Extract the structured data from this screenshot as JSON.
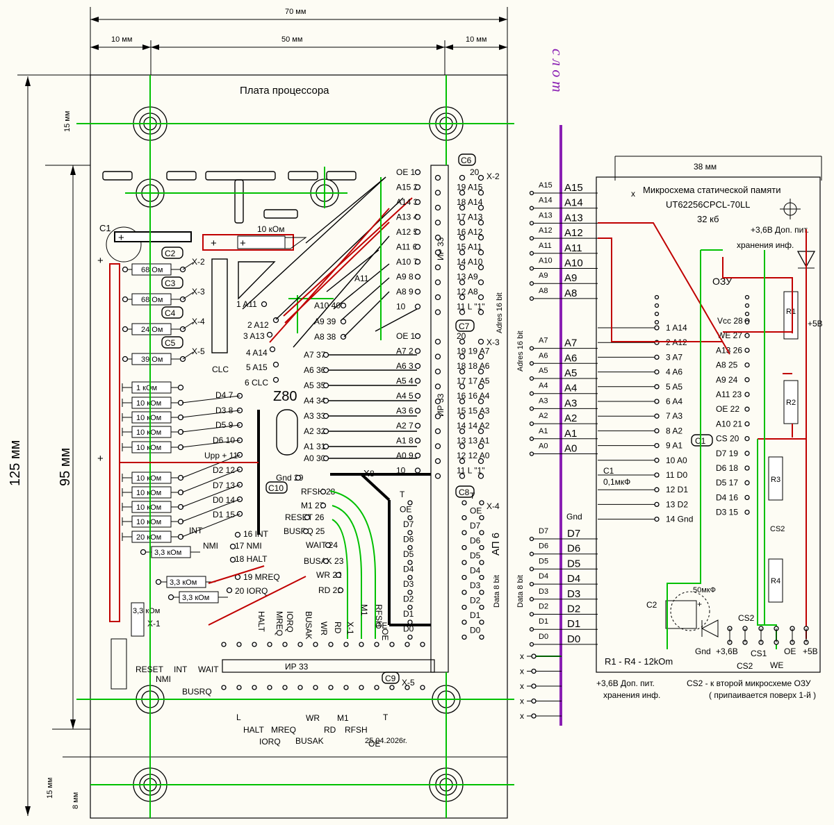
{
  "dims": {
    "d70": "70 мм",
    "d10a": "10 мм",
    "d50": "50 мм",
    "d10b": "10 мм",
    "d125": "125 мм",
    "d95": "95 мм",
    "d15a": "15 мм",
    "d15b": "15 мм",
    "d8": "8 мм",
    "d38": "38 мм"
  },
  "cpu_board": {
    "title": "Плата процессора",
    "chip": "Z80",
    "date": "25.04.2026г.",
    "r10k_top": "10 кОм",
    "c1": "C1",
    "caps": [
      "C2",
      "C3",
      "C4",
      "C5"
    ],
    "cap_x": [
      "X-2",
      "X-3",
      "X-4",
      "X-5"
    ],
    "ohm": [
      "68 Ом",
      "68 Ом",
      "24 Ом",
      "39 Ом"
    ],
    "clc": "CLC",
    "rk": [
      "1 кОм",
      "10 кОм",
      "10 кОм",
      "10 кОм",
      "10 кОм",
      "10 кОм",
      "10 кОм",
      "10 кОм",
      "10 кОм",
      "20 кОм"
    ],
    "r33": [
      "3,3 кОм",
      "3,3 кОм",
      "3,3 кОм",
      "3,3 кОм"
    ],
    "x1": "X-1",
    "z80_left": [
      "1  A11",
      "2 A12",
      "3 A13",
      "4 A14",
      "5 A15",
      "6 CLC",
      "D4   7",
      "D3   8",
      "D5   9",
      "D6   10",
      "Upp +  11",
      "D2   12",
      "D7   13",
      "D0   14",
      "D1   15",
      "16 INT",
      "17 NMI",
      "18 HALT",
      "19 MREQ",
      "20 IORQ"
    ],
    "z80_right": [
      "A10 40",
      "A9 39",
      "A8 38",
      "A7 37",
      "A6 36",
      "A5 35",
      "A4 34",
      "A3 33",
      "A2 32",
      "A1 31",
      "A0 30",
      "Gnd 29",
      "RFSH 28",
      "M1  27",
      "RESET 26",
      "BUSRQ 25",
      "WAIT 24",
      "BUSAK 23",
      "WR 22",
      "RD 21"
    ],
    "int_lbl": "INT",
    "nmi_lbl": "NMI",
    "c10": "C10",
    "a11_diag": "A11",
    "ir33_top_pins": [
      "OE   1",
      "A15  2",
      "A14  3",
      "A13  4",
      "A12  5",
      "A11  6",
      "A10  7",
      "A9   8",
      "A8   9",
      "10"
    ],
    "ir33_mid_pins": [
      "OE   1",
      "A7   2",
      "A6   3",
      "A5   4",
      "A4   5",
      "A3   6",
      "A2   7",
      "A1   8",
      "A0   9",
      "10"
    ],
    "ir33": "ИР 33",
    "c6": "C6",
    "c7": "C7",
    "c8": "C8",
    "c9": "C9",
    "x_right": [
      "X-2",
      "X-3",
      "X-4",
      "X-5"
    ],
    "conn_top": [
      "20",
      "19   A15",
      "18   A14",
      "17   A13",
      "16   A12",
      "15   A11",
      "14   A10",
      "13    A9",
      "12    A8",
      "11  L \"1\""
    ],
    "conn_mid": [
      "20",
      "19  19 A7",
      "18  18 A6",
      "17  17 A5",
      "16  16 A4",
      "15  15 A3",
      "14  14 A2",
      "13  13 A1",
      "12  12 A0",
      "11   L   \"1\""
    ],
    "adres16": "Adres 16 bit",
    "ap6": "АП 6",
    "ap6_pins": [
      "T",
      "OE",
      "D7",
      "D6",
      "D5",
      "D4",
      "D3",
      "D2",
      "D1",
      "D0"
    ],
    "data8": "Data 8 bit",
    "oe_lbl": "OE",
    "t_lbl": "T",
    "bottom_labels": [
      "RESET",
      "NMI",
      "INT",
      "WAIT",
      "BUSRQ",
      "HALT",
      "MREQ",
      "BUSAK",
      "WR",
      "RD",
      "M1",
      "RFSH",
      "OE",
      "HALT",
      "MREQ",
      "RD",
      "IORQ",
      "BUSAK",
      "WR",
      "M1",
      "RFSH",
      "OE",
      "L",
      "T"
    ],
    "ir33_bottom": "ИР 33",
    "vert_labels": [
      "HALT",
      "MREQ",
      "IORQ",
      "BUSAK",
      "WR",
      "RD",
      "X-1",
      "M1",
      "RFSH",
      "OE"
    ]
  },
  "slot": {
    "label": "с л о т"
  },
  "ram_board": {
    "title1": "Микросхема статической памяти",
    "title2": "UT62256CPCL-70LL",
    "title3": "32 кб",
    "ozu": "ОЗУ",
    "addr": [
      "A15",
      "A14",
      "A13",
      "A12",
      "A11",
      "A10",
      "A9",
      "A8",
      "A7",
      "A6",
      "A5",
      "A4",
      "A3",
      "A2",
      "A1",
      "A0"
    ],
    "data": [
      "D7",
      "D6",
      "D5",
      "D4",
      "D3",
      "D2",
      "D1",
      "D0"
    ],
    "gnd": "Gnd",
    "left_pins": [
      "1 A14",
      "2 A12",
      "3 A7",
      "4 A6",
      "5 A5",
      "6 A4",
      "7 A3",
      "8 A2",
      "9 A1",
      "10 A0",
      "11 D0",
      "12 D1",
      "13 D2",
      "14 Gnd"
    ],
    "right_pins": [
      "Vcc 28",
      "WE 27",
      "A13 26",
      "A8 25",
      "A9 24",
      "A11 23",
      "OE 22",
      "A10 21",
      "CS 20",
      "D7 19",
      "D6 18",
      "D5 17",
      "D4 16",
      "D3 15"
    ],
    "batt": "+3,6В Доп. пит.",
    "batt2": "хранения инф.",
    "r1": "R1",
    "r2": "R2",
    "r3": "R3",
    "r4": "R4",
    "plus5": "+5В",
    "c1": "C1",
    "c1v": "C1\n0,1мкФ",
    "c1v_a": "C1",
    "c1v_b": "0,1мкФ",
    "c2": "C2",
    "c2v": "50мкФ",
    "cs2": "CS2",
    "bottom": [
      "Gnd",
      "+3,6В",
      "CS1",
      "OE",
      "+5В",
      "CS2",
      "WE"
    ],
    "r_note": "R1 - R4 - 12kOm",
    "note_a": "+3,6В Доп. пит.",
    "note_b": "хранения инф.",
    "note_c": "CS2 - к второй микросхеме ОЗУ",
    "note_d": "( припаивается поверх 1-й )",
    "adres16": "Adres 16 bit",
    "data8": "Data 8 bit",
    "x": "x"
  },
  "colors": {
    "trace_red": "#c00000",
    "trace_green": "#00c000",
    "slot": "#8a1fb3"
  }
}
